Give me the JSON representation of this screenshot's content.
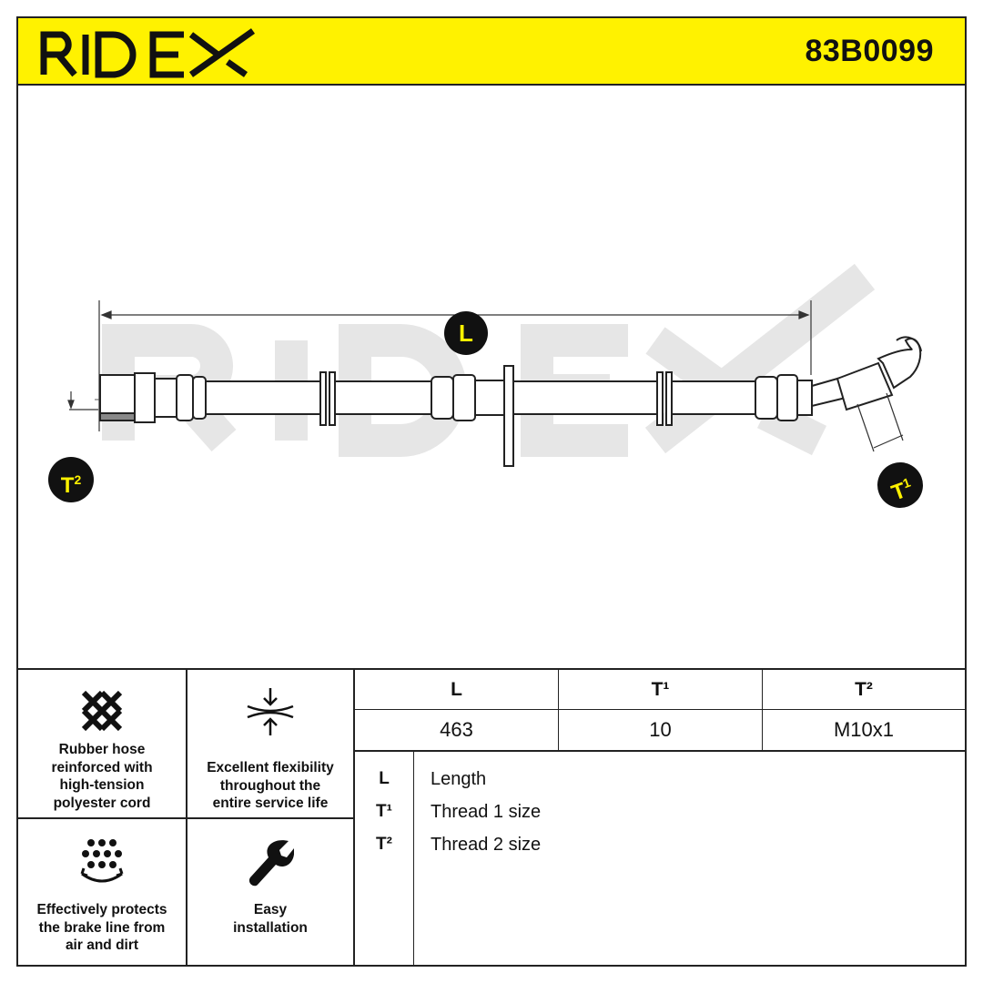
{
  "header": {
    "brand": "RIDEX",
    "part_number": "83B0099",
    "brand_color": "#111111",
    "accent_color": "#fff200"
  },
  "drawing": {
    "watermark": "RIDEX",
    "markers": {
      "length": "L",
      "thread1_base": "T",
      "thread1_sup": "1",
      "thread2_base": "T",
      "thread2_sup": "2"
    },
    "marker_color": "#111111",
    "marker_text_color": "#fff200"
  },
  "features": [
    {
      "icon": "braided-cord-icon",
      "text": "Rubber hose\nreinforced with\nhigh-tension\npolyester cord"
    },
    {
      "icon": "flexibility-icon",
      "text": "Excellent flexibility\nthroughout the\nentire service life"
    },
    {
      "icon": "dirt-protection-icon",
      "text": "Effectively protects\nthe brake line from\nair and dirt"
    },
    {
      "icon": "wrench-icon",
      "text": "Easy\ninstallation"
    }
  ],
  "spec_table": {
    "headers": [
      "L",
      "T¹",
      "T²"
    ],
    "values": [
      "463",
      "10",
      "M10x1"
    ]
  },
  "legend": [
    {
      "symbol": "L",
      "description": "Length"
    },
    {
      "symbol": "T¹",
      "description": "Thread 1 size"
    },
    {
      "symbol": "T²",
      "description": "Thread 2 size"
    }
  ]
}
